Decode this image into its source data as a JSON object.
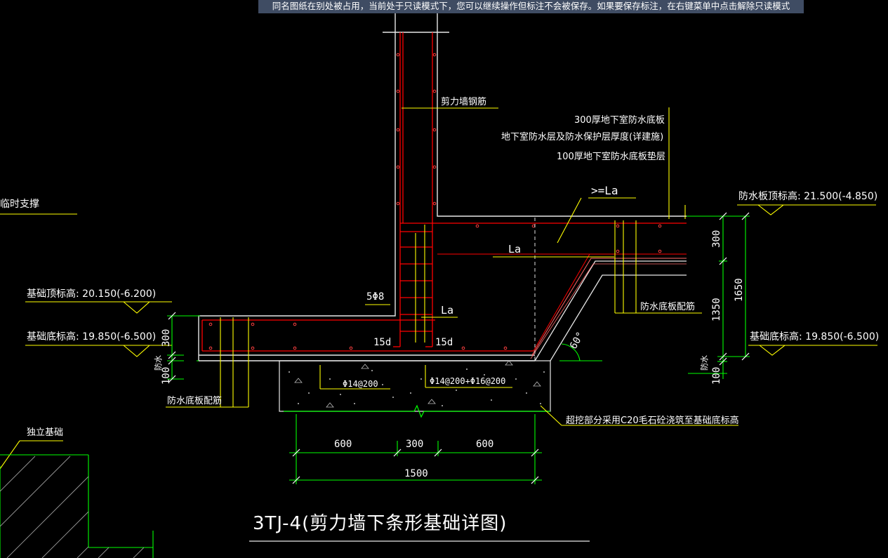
{
  "banner": "同名图纸在别处被占用，当前处于只读模式下，您可以继续操作但标注不会被保存。如果要保存标注，在右键菜单中点击解除只读模式",
  "labels": {
    "wall_rebar": "剪力墙钢筋",
    "slab_300": "300厚地下室防水底板",
    "waterproof_layer": "地下室防水层及防水保护层厚度(详建施)",
    "cushion_100": "100厚地下室防水底板垫层",
    "temp_support": "临时支撑",
    "ge_la": ">=La",
    "la_upper": "La",
    "la_lower": "La",
    "five_phi8": "5Φ8",
    "d15_left": "15d",
    "d15_right": "15d",
    "slab_rebar": "防水底板配筋",
    "base_rebar_left": "防水底板配筋",
    "phi14": "Φ14@200",
    "phi14_16": "Φ14@200+Φ16@200",
    "overexcavate": "超挖部分采用C20毛石砼浇筑至基础底标高",
    "isolated_found": "独立基础",
    "angle": "60°",
    "fangshui_left": "防水",
    "fangshui_right": "防水"
  },
  "elevations": {
    "found_top": "基础顶标高: 20.150(-6.200)",
    "found_bottom_left": "基础底标高: 19.850(-6.500)",
    "slab_top": "防水板顶标高: 21.500(-4.850)",
    "found_bottom_right": "基础底标高: 19.850(-6.500)"
  },
  "dimensions": {
    "d300_left": "300",
    "d100_left": "100",
    "d300_right": "300",
    "d1350": "1350",
    "d1650": "1650",
    "d100_right": "100",
    "d600_a": "600",
    "d300_mid": "300",
    "d600_b": "600",
    "d1500": "1500"
  },
  "title": "3TJ-4(剪力墙下条形基础详图)",
  "colors": {
    "background": "#000000",
    "line_white": "#ffffff",
    "line_yellow": "#ffff00",
    "line_green": "#00ff00",
    "line_red": "#ff0000",
    "banner_bg": "#3f4c63"
  }
}
